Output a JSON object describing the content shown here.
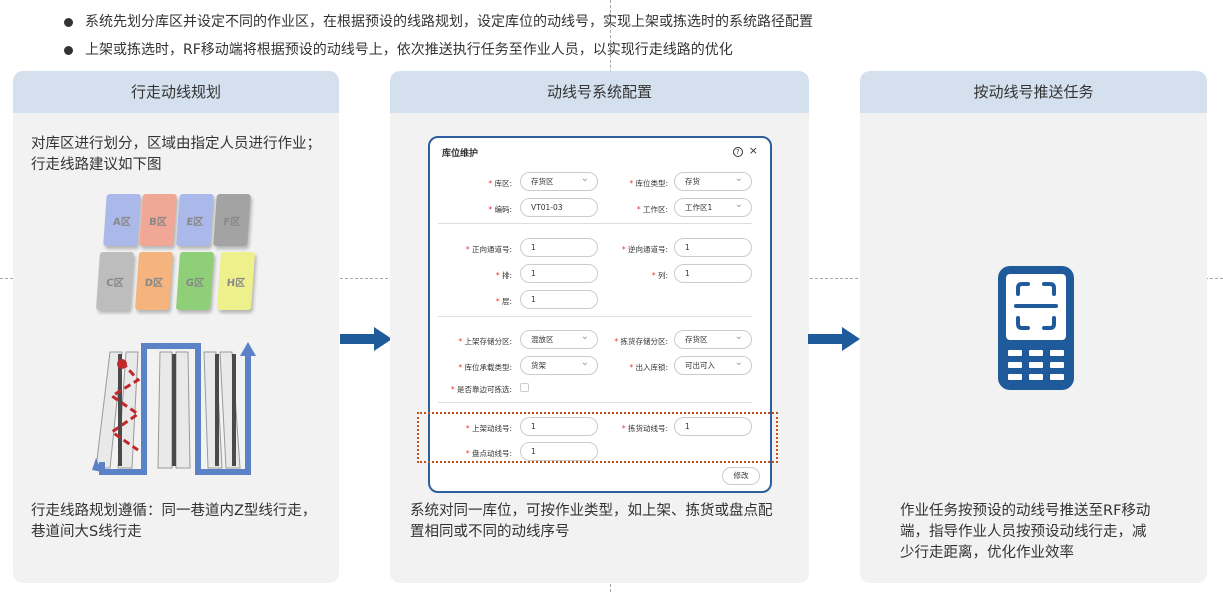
{
  "bullets": [
    "系统先划分库区并设定不同的作业区，在根据预设的线路规划，设定库位的动线号，实现上架或拣选时的系统路径配置",
    "上架或拣选时，RF移动端将根据预设的动线号上，依次推送执行任务至作业人员，以实现行走线路的优化"
  ],
  "panel1": {
    "title": "行走动线规划",
    "desc_line1": "对库区进行划分，区域由指定人员进行作业；",
    "desc_line2": "行走线路建议如下图",
    "footer_line1": "行走线路规划遵循：同一巷道内Z型线行走，",
    "footer_line2": "巷道间大S线行走",
    "zones": [
      {
        "label": "A区",
        "color": "#aab8ea"
      },
      {
        "label": "B区",
        "color": "#f1a796"
      },
      {
        "label": "E区",
        "color": "#aab8ea"
      },
      {
        "label": "F区",
        "color": "#a3a3a3"
      },
      {
        "label": "C区",
        "color": "#bdbdbd"
      },
      {
        "label": "D区",
        "color": "#f5b37e"
      },
      {
        "label": "G区",
        "color": "#8fcf78"
      },
      {
        "label": "H区",
        "color": "#eef08c"
      }
    ]
  },
  "panel2": {
    "title": "动线号系统配置",
    "footer_line1": "系统对同一库位，可按作业类型，如上架、拣货或盘点配",
    "footer_line2": "置相同或不同的动线序号",
    "dialog": {
      "title": "库位维护",
      "help_icon": "?",
      "close_icon": "×",
      "fields": {
        "zone_label": "库区:",
        "zone_value": "存货区",
        "loc_type_label": "库位类型:",
        "loc_type_value": "存货",
        "code_label": "编码:",
        "code_value": "VT01-03",
        "work_zone_label": "工作区:",
        "work_zone_value": "工作区1",
        "fwd_aisle_label": "正向通道号:",
        "fwd_aisle_value": "1",
        "rev_aisle_label": "逆向通道号:",
        "rev_aisle_value": "1",
        "row_label": "排:",
        "row_value": "1",
        "col_label": "列:",
        "col_value": "1",
        "layer_label": "层:",
        "layer_value": "1",
        "putaway_zone_label": "上架存储分区:",
        "putaway_zone_value": "混放区",
        "pick_zone_label": "拣货存储分区:",
        "pick_zone_value": "存货区",
        "carry_type_label": "库位承载类型:",
        "carry_type_value": "货架",
        "inout_lock_label": "出入库锁:",
        "inout_lock_value": "可出可入",
        "near_side_label": "是否靠边可拣选:",
        "putaway_line_label": "上架动线号:",
        "putaway_line_value": "1",
        "pick_line_label": "拣货动线号:",
        "pick_line_value": "1",
        "count_line_label": "盘点动线号:",
        "count_line_value": "1"
      },
      "modify_button": "修改"
    }
  },
  "panel3": {
    "title": "按动线号推送任务",
    "footer_line1": "作业任务按预设的动线号推送至RF移动",
    "footer_line2": "端，指导作业人员按预设动线行走，减",
    "footer_line3": "少行走距离，优化作业效率"
  },
  "colors": {
    "panel_bg": "#f2f2f2",
    "panel_header": "#d4e0ee",
    "arrow": "#1f5a9a",
    "dialog_border": "#2d5f9e",
    "highlight": "#c0511a",
    "required": "#e33333"
  }
}
